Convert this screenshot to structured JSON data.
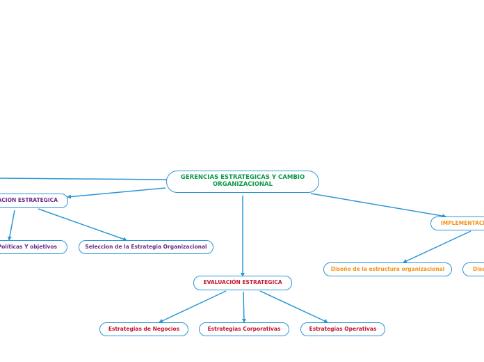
{
  "colors": {
    "line": "#2a96d6",
    "root_text": "#0c9a48",
    "purple_text": "#6a2a8a",
    "red_text": "#c0182e",
    "orange_text": "#f39219"
  },
  "root": {
    "label": "GERENCIAS ESTRATEGICAS Y CAMBIO ORGANIZACIONAL"
  },
  "branch_formulacion": {
    "label": "ACION ESTRATEGICA",
    "children": {
      "politicas": "Políticas Y objetivos",
      "seleccion": "Seleccion de la Estrategia Organizacional"
    }
  },
  "branch_evaluacion": {
    "label": "EVALUACIÓN ESTRATEGICA",
    "children": {
      "negocios": "Estrategias de Negocios",
      "corporativas": "Estrategias Corporativas",
      "operativas": "Estrategias Operativas"
    }
  },
  "branch_implementacion": {
    "label": "IMPLEMENTACI",
    "children": {
      "estructura": "Diseño de la estructura organizacional",
      "diseno2": "Dise"
    }
  }
}
